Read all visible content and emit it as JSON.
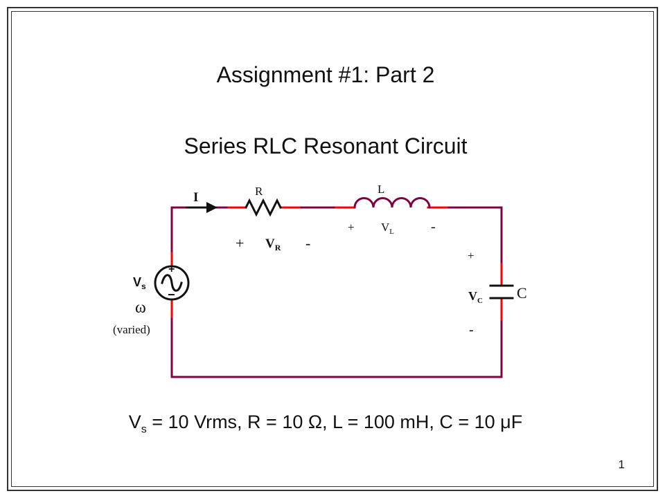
{
  "slide": {
    "title": "Assignment #1: Part 2",
    "subtitle": "Series RLC Resonant Circuit",
    "page_number": "1"
  },
  "circuit": {
    "current_label": "I",
    "resistor_label": "R",
    "inductor_label": "L",
    "capacitor_label": "C",
    "vr": {
      "plus": "+",
      "main": "V",
      "sub": "R",
      "minus": "-"
    },
    "vl": {
      "plus": "+",
      "main": "V",
      "sub": "L",
      "minus": "-"
    },
    "vc": {
      "plus": "+",
      "main": "V",
      "sub": "C",
      "minus": "-"
    },
    "source": {
      "main": "V",
      "sub": "s",
      "omega": "ω",
      "note": "(varied)",
      "plus": "+",
      "minus": "−"
    }
  },
  "equation": {
    "vs_main": "V",
    "vs_sub": "s",
    "rest": " = 10 Vrms, R = 10 Ω, L = 100 mH, C = 10 μF"
  },
  "colors": {
    "wire": "#800040",
    "component": "#ff0000",
    "text": "#111111"
  }
}
